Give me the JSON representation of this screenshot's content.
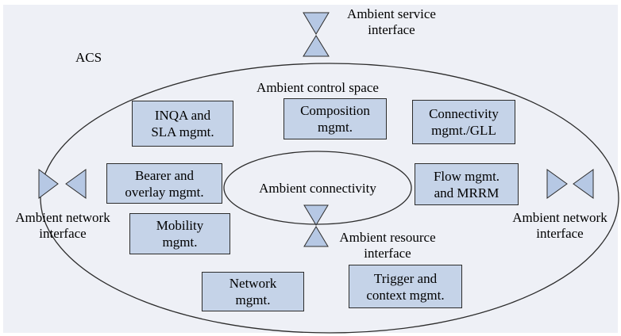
{
  "colors": {
    "background": "#eef0f6",
    "ellipse_fill": "#eef0f6",
    "box_fill": "#c5d3e8",
    "connector_fill": "#b6c8e4",
    "stroke": "#2c2c2c"
  },
  "labels": {
    "acs": "ACS",
    "control_space": "Ambient control space",
    "ambient_connectivity": "Ambient connectivity",
    "service_interface": [
      "Ambient service",
      "interface"
    ],
    "network_interface_left": [
      "Ambient network",
      "interface"
    ],
    "network_interface_right": [
      "Ambient network",
      "interface"
    ],
    "resource_interface": [
      "Ambient resource",
      "interface"
    ]
  },
  "boxes": {
    "inqa": [
      "INQA and",
      "SLA mgmt."
    ],
    "composition": [
      "Composition",
      "mgmt."
    ],
    "connectivity": [
      "Connectivity",
      "mgmt./GLL"
    ],
    "bearer": [
      "Bearer and",
      "overlay mgmt."
    ],
    "flow": [
      "Flow mgmt.",
      "and MRRM"
    ],
    "mobility": [
      "Mobility",
      "mgmt."
    ],
    "network": [
      "Network",
      "mgmt."
    ],
    "trigger": [
      "Trigger and",
      "context mgmt."
    ]
  },
  "connector_icons": {
    "service": "hourglass-connector-icon",
    "resource": "hourglass-connector-icon",
    "network_left": "bowtie-connector-icon",
    "network_right": "bowtie-connector-icon"
  }
}
